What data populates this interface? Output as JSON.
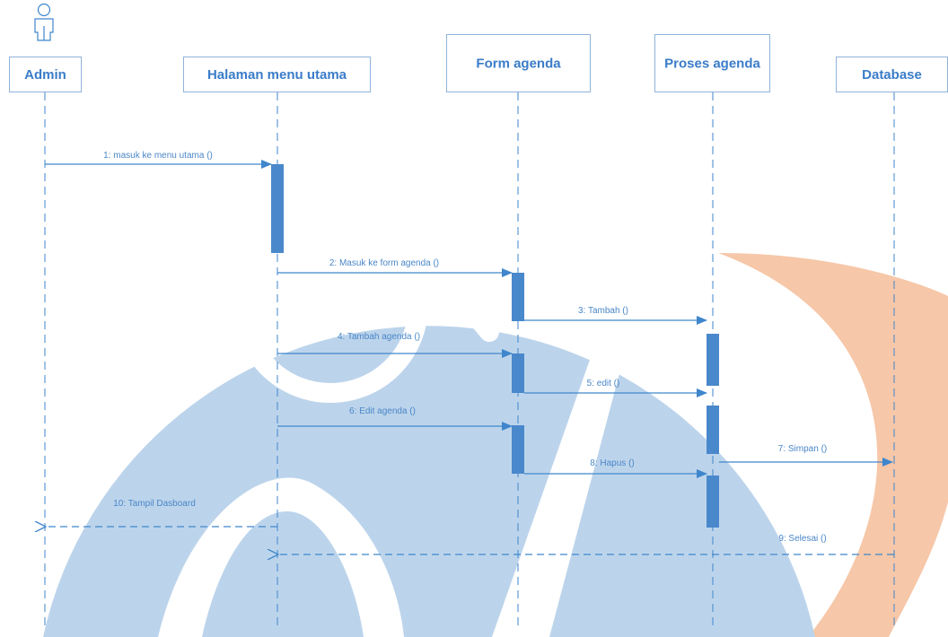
{
  "colors": {
    "watermark_blue": "#bcd4eb",
    "watermark_orange": "#f6c7a8",
    "line": "#3f86cc",
    "activation": "#4a88cc",
    "text": "#3a7cc8"
  },
  "actor": {
    "icon": "user-stick-figure-icon"
  },
  "lifelines": [
    {
      "id": "admin",
      "label": "Admin"
    },
    {
      "id": "menu",
      "label": "Halaman menu utama"
    },
    {
      "id": "form",
      "label": "Form agenda"
    },
    {
      "id": "proses",
      "label": "Proses agenda"
    },
    {
      "id": "db",
      "label": "Database"
    }
  ],
  "messages": [
    {
      "label": "1: masuk ke menu utama ()",
      "from": "admin",
      "to": "menu",
      "style": "sync"
    },
    {
      "label": "2: Masuk ke form  agenda ()",
      "from": "menu",
      "to": "form",
      "style": "sync"
    },
    {
      "label": "3: Tambah ()",
      "from": "form",
      "to": "proses",
      "style": "sync"
    },
    {
      "label": "4: Tambah agenda ()",
      "from": "menu",
      "to": "form",
      "style": "sync"
    },
    {
      "label": "5: edit ()",
      "from": "form",
      "to": "proses",
      "style": "sync"
    },
    {
      "label": "6: Edit agenda ()",
      "from": "menu",
      "to": "form",
      "style": "sync"
    },
    {
      "label": "7: Simpan ()",
      "from": "proses",
      "to": "db",
      "style": "sync"
    },
    {
      "label": "8: Hapus ()",
      "from": "form",
      "to": "proses",
      "style": "sync"
    },
    {
      "label": "9: Selesai ()",
      "from": "db",
      "to": "menu",
      "style": "return"
    },
    {
      "label": "10: Tampil Dasboard",
      "from": "menu",
      "to": "admin",
      "style": "return"
    }
  ]
}
